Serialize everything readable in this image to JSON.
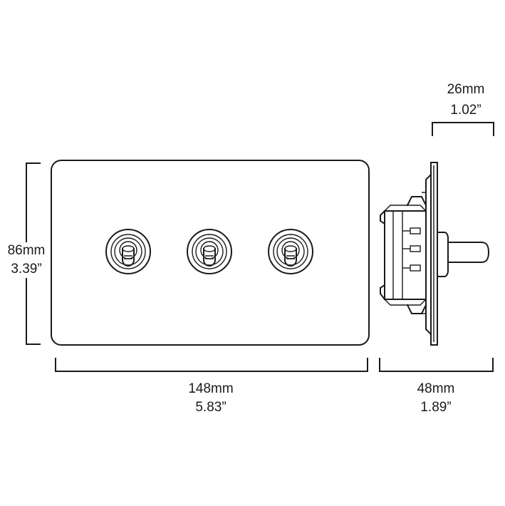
{
  "dimensions": {
    "depth_mm": "26mm",
    "depth_in": "1.02”",
    "height_mm": "86mm",
    "height_in": "3.39”",
    "width_mm": "148mm",
    "width_in": "5.83”",
    "side_mm": "48mm",
    "side_in": "1.89”"
  },
  "front_plate": {
    "toggle_count": 3
  },
  "colors": {
    "line": "#1a1a1a",
    "background": "#ffffff"
  }
}
